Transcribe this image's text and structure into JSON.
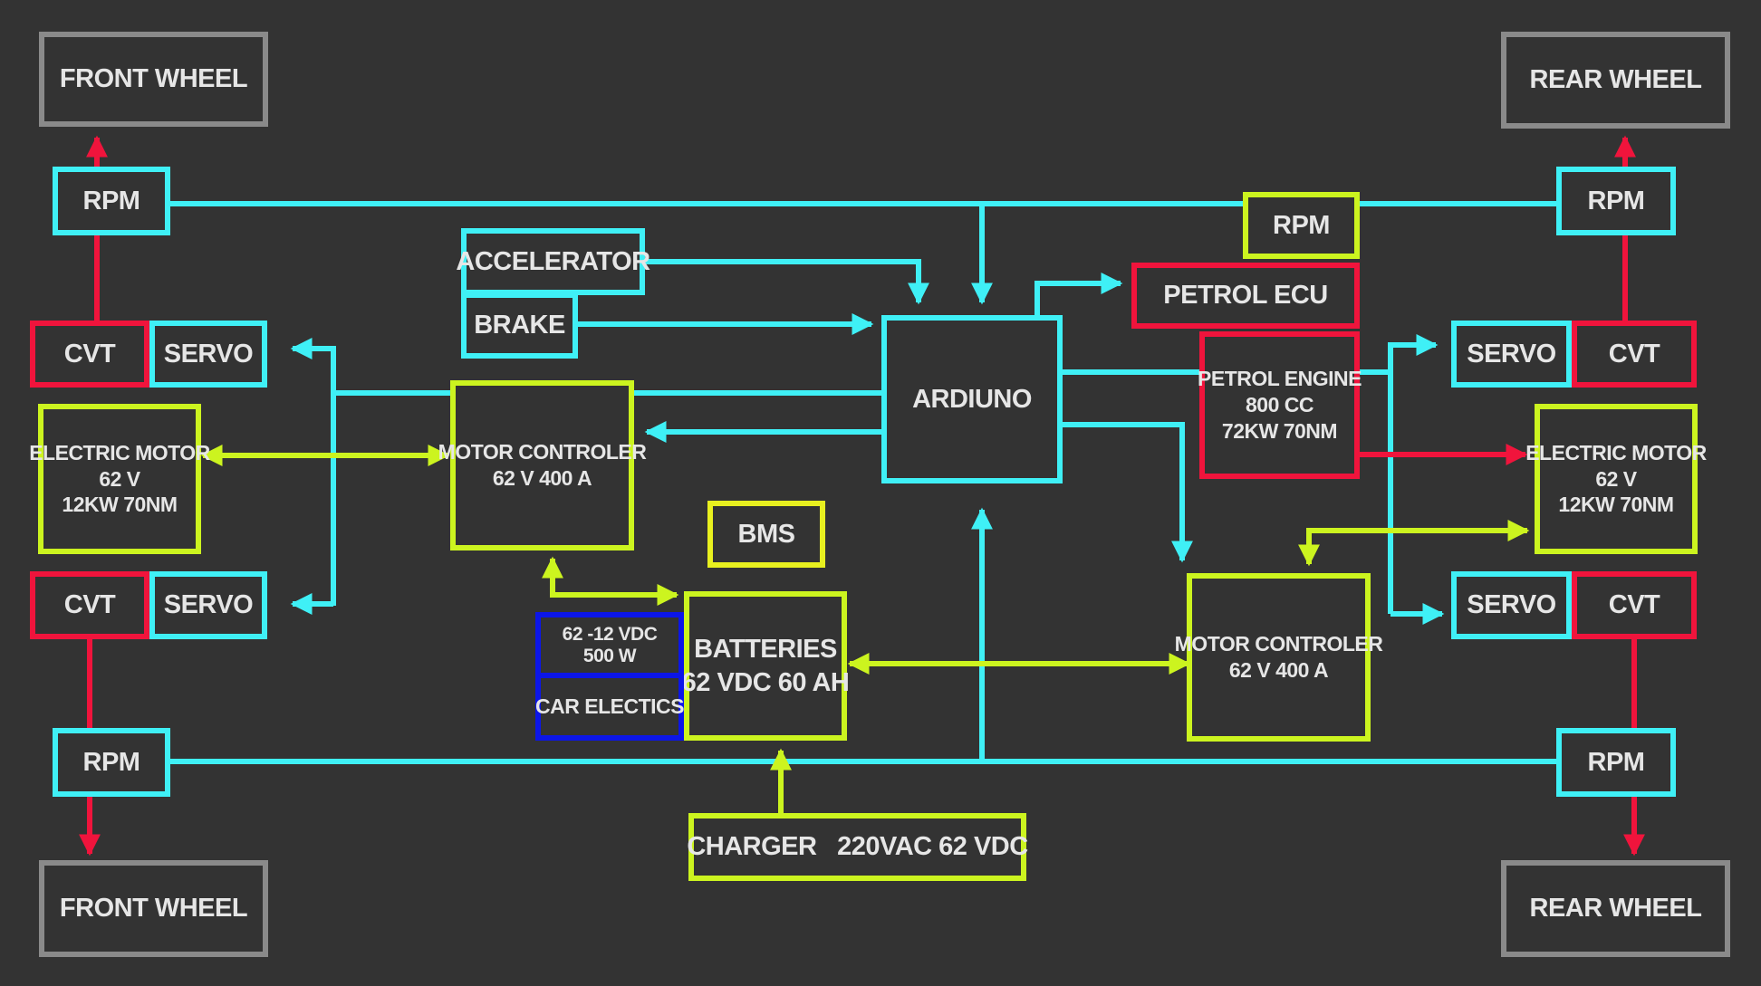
{
  "colors": {
    "background": "#333333",
    "gray": "#8a8a8a",
    "cyan": "#3ff0f6",
    "lime": "#ccf41f",
    "red": "#f0143c",
    "yellow": "#e8f01f",
    "blue": "#0c16e8"
  },
  "wheels": {
    "front_top": "FRONT WHEEL",
    "front_bottom": "FRONT WHEEL",
    "rear_top": "REAR WHEEL",
    "rear_bottom": "REAR WHEEL"
  },
  "left": {
    "rpm_top": "RPM",
    "cvt_top": "CVT",
    "servo_top": "SERVO",
    "motor": [
      "ELECTRIC MOTOR",
      "62 V",
      "12KW 70NM"
    ],
    "cvt_bottom": "CVT",
    "servo_bottom": "SERVO",
    "rpm_bottom": "RPM"
  },
  "right": {
    "rpm_top": "RPM",
    "servo_top": "SERVO",
    "cvt_top": "CVT",
    "motor": [
      "ELECTRIC MOTOR",
      "62 V",
      "12KW 70NM"
    ],
    "servo_bottom": "SERVO",
    "cvt_bottom": "CVT",
    "rpm_bottom": "RPM"
  },
  "center": {
    "accelerator": "ACCELERATOR",
    "brake": "BRAKE",
    "arduino": "ARDIUNO",
    "engine_rpm": "RPM",
    "petrol_ecu": "PETROL ECU",
    "petrol_engine": [
      "PETROL ENGINE",
      "800 CC",
      "72KW 70NM"
    ],
    "motor_controller_left": [
      "MOTOR CONTROLER",
      "62 V 400 A"
    ],
    "motor_controller_right": [
      "MOTOR CONTROLER",
      "62 V 400 A"
    ],
    "bms": "BMS",
    "batteries": [
      "BATTERIES",
      "62 VDC 60 AH"
    ],
    "dcdc": [
      "62 -12 VDC",
      "500 W"
    ],
    "car_electrics": "CAR ELECTICS",
    "charger": "CHARGER   220VAC 62 VDC"
  }
}
